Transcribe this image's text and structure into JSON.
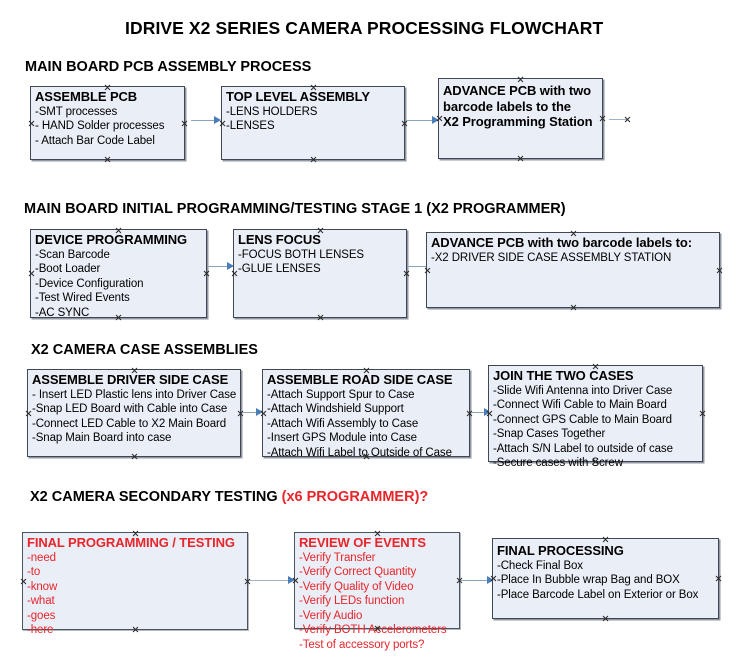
{
  "document": {
    "title": "IDRIVE X2  SERIES CAMERA PROCESSING FLOWCHART"
  },
  "colors": {
    "box_fill": "#eaeef7",
    "box_border": "#3e4753",
    "connector": "#8ba3bd",
    "arrow": "#4a7ebb",
    "accent_red": "#e8252a",
    "text": "#000000"
  },
  "sections": [
    {
      "id": "main-board-pcb-assembly",
      "heading": "MAIN BOARD PCB ASSEMBLY PROCESS",
      "heading_accent": "",
      "boxes": [
        {
          "id": "assemble-pcb",
          "head": "ASSEMBLE PCB",
          "lines": [
            "-SMT processes",
            "- HAND Solder processes",
            "- Attach Bar Code Label"
          ]
        },
        {
          "id": "top-level-assembly",
          "head": "TOP LEVEL ASSEMBLY",
          "lines": [
            "-LENS HOLDERS",
            "-LENSES"
          ]
        },
        {
          "id": "advance-pcb-programming-station",
          "head": "ADVANCE PCB with two\nbarcode labels to the\n X2 Programming Station",
          "lines": []
        }
      ]
    },
    {
      "id": "main-board-initial-programming",
      "heading": "MAIN BOARD INITIAL PROGRAMMING/TESTING STAGE 1 (X2 PROGRAMMER)",
      "heading_accent": "",
      "boxes": [
        {
          "id": "device-programming",
          "head": "DEVICE PROGRAMMING",
          "lines": [
            "-Scan Barcode",
            "-Boot Loader",
            "-Device Configuration",
            "-Test Wired Events",
            "-AC SYNC"
          ]
        },
        {
          "id": "lens-focus",
          "head": "LENS FOCUS",
          "lines": [
            "-FOCUS BOTH LENSES",
            "-GLUE LENSES"
          ]
        },
        {
          "id": "advance-pcb-driver-side-case",
          "head": "ADVANCE PCB with two barcode labels to:",
          "lines": [
            "-X2 DRIVER  SIDE  CASE  ASSEMBLY STATION"
          ]
        }
      ]
    },
    {
      "id": "x2-camera-case-assemblies",
      "heading": "X2 CAMERA CASE ASSEMBLIES",
      "heading_accent": "",
      "boxes": [
        {
          "id": "assemble-driver-side-case",
          "head": "ASSEMBLE DRIVER SIDE CASE",
          "lines": [
            "- Insert LED Plastic lens into Driver Case",
            "-Snap LED Board with Cable into Case",
            "-Connect LED Cable to X2 Main Board",
            "-Snap Main Board into case"
          ]
        },
        {
          "id": "assemble-road-side-case",
          "head": "ASSEMBLE ROAD SIDE CASE",
          "lines": [
            "-Attach Support Spur to Case",
            "-Attach Windshield Support",
            "-Attach Wifi Assembly to Case",
            "-Insert GPS Module into Case",
            "-Attach Wifi Label to Outside of Case"
          ]
        },
        {
          "id": "join-the-two-cases",
          "head": "JOIN THE TWO CASES",
          "lines": [
            "-Slide Wifi Antenna into Driver Case",
            "-Connect Wifi Cable to Main Board",
            "-Connect GPS Cable to Main Board",
            "-Snap Cases Together",
            "-Attach S/N Label to outside of case",
            "-Secure cases with Screw"
          ]
        }
      ]
    },
    {
      "id": "x2-camera-secondary-testing",
      "heading": "X2 CAMERA SECONDARY TESTING ",
      "heading_accent": "(x6 PROGRAMMER)?",
      "boxes": [
        {
          "id": "final-programming-testing",
          "head": "FINAL PROGRAMMING / TESTING",
          "lines": [
            "-need",
            "-to",
            "-know",
            "-what",
            "-goes",
            "-here"
          ]
        },
        {
          "id": "review-of-events",
          "head": "REVIEW OF EVENTS",
          "lines": [
            "-Verify Transfer",
            "-Verify Correct Quantity",
            "-Verify Quality of Video",
            "-Verify LEDs function",
            "-Verify Audio",
            "-Verify BOTH Accelerometers",
            "-Test of accessory ports?"
          ]
        },
        {
          "id": "final-processing",
          "head": "FINAL PROCESSING",
          "lines": [
            "-Check Final Box",
            "-Place In Bubble wrap Bag and BOX",
            "-Place Barcode Label on Exterior or Box"
          ]
        }
      ]
    }
  ]
}
